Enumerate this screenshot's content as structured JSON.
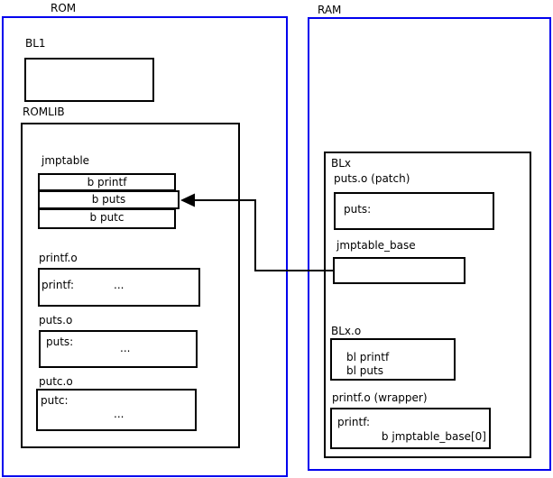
{
  "colors": {
    "region_border": "#0000ee",
    "box_border": "#000000",
    "background": "#ffffff",
    "arrow": "#000000"
  },
  "rom": {
    "label": "ROM",
    "bl1_label": "BL1",
    "romlib_label": "ROMLIB",
    "jmptable": {
      "label": "jmptable",
      "rows": [
        "b printf",
        "b puts",
        "b putc"
      ]
    },
    "printf_o": {
      "label": "printf.o",
      "symbol": "printf:",
      "ellipsis": "..."
    },
    "puts_o": {
      "label": "puts.o",
      "symbol": "puts:",
      "ellipsis": "..."
    },
    "putc_o": {
      "label": "putc.o",
      "symbol": "putc:",
      "ellipsis": "..."
    }
  },
  "ram": {
    "label": "RAM",
    "blx_label": "BLx",
    "puts_patch": {
      "label": "puts.o (patch)",
      "symbol": "puts:"
    },
    "jmptable_base_label": "jmptable_base",
    "blx_o": {
      "label": "BLx.o",
      "line1": "bl printf",
      "line2": "bl puts"
    },
    "printf_wrapper": {
      "label": "printf.o (wrapper)",
      "symbol": "printf:",
      "body": "b jmptable_base[0]"
    }
  },
  "connector": {
    "meaning": "jmptable_base entry branches to 'b puts' slot in ROM jmptable"
  }
}
